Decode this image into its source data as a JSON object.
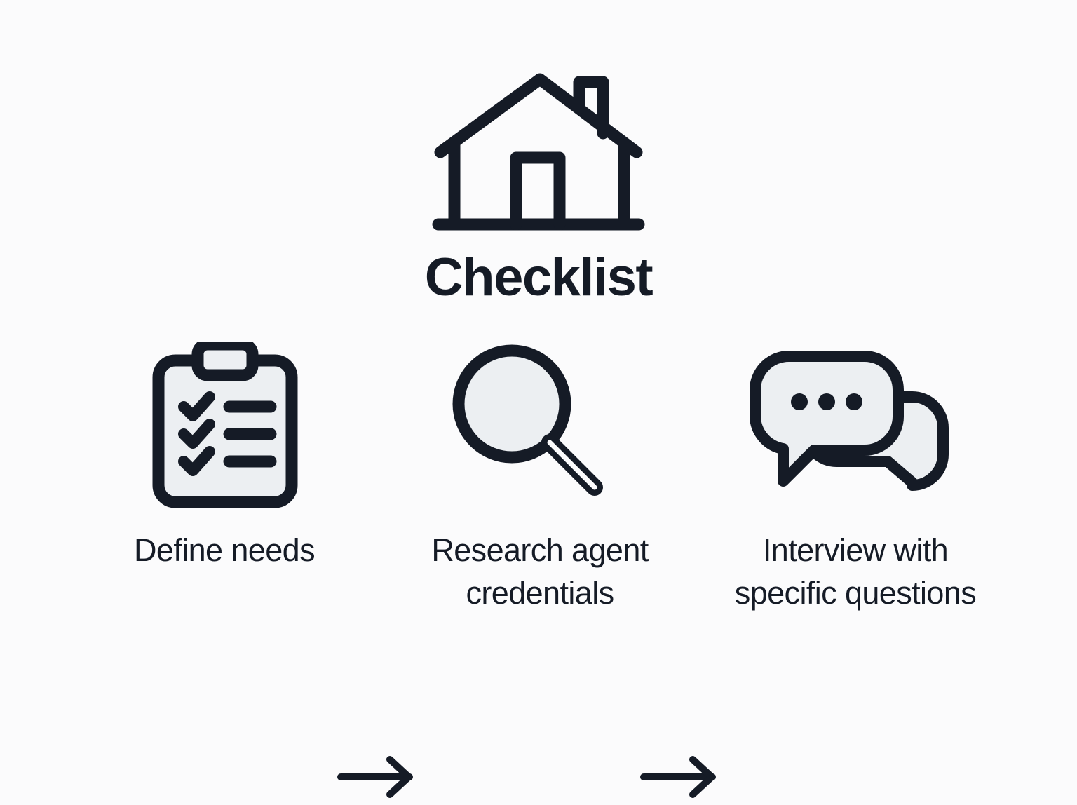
{
  "page": {
    "background_color": "#fbfbfc",
    "ink_color": "#151b26",
    "fill_color": "#eceff2"
  },
  "header": {
    "icon": "house-icon",
    "title": "Checklist"
  },
  "steps": [
    {
      "id": "define-needs",
      "icon": "clipboard-checklist-icon",
      "label": "Define needs",
      "checkmark_count": 3,
      "line_count": 3
    },
    {
      "id": "research-agent-credentials",
      "icon": "magnifying-glass-icon",
      "label": "Research agent\ncredentials"
    },
    {
      "id": "interview-with-specific-questions",
      "icon": "speech-bubbles-icon",
      "label": "Interview with\nspecific questions",
      "dot_count": 3
    }
  ],
  "connectors": [
    {
      "id": "arrow-1",
      "icon": "arrow-right-icon"
    },
    {
      "id": "arrow-2",
      "icon": "arrow-right-icon"
    }
  ]
}
